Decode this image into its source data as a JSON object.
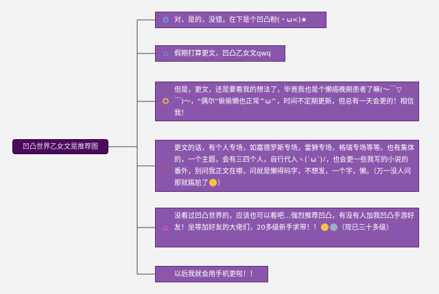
{
  "root": {
    "label": "凹凸世界乙女文是推荐图"
  },
  "branches": [
    {
      "icon": "gear-icon",
      "icon_glyph": "⚙",
      "icon_color": "#6aa8ff",
      "text": "对，是的，没错，在下是个凹凸粉(・ω<)★"
    },
    {
      "icon": "house-icon",
      "icon_glyph": "⌂",
      "icon_color": "#4aa3ff",
      "text": "假期打算更文，凹凸乙女文qwq"
    },
    {
      "icon": "medal-icon",
      "icon_glyph": "✪",
      "icon_color": "#f0b24a",
      "text": "但是，更文，还是要看我的想法了，毕竟我也是个懒癌晚期患者了嘛(〜￣▽￣)〜，“偶尔”偷偷懒也正常^ω^，时间不定期更新，但总有一天会更的！相信我！"
    },
    {
      "icon": "fire-icon",
      "icon_glyph": "♨",
      "icon_color": "#ff4a3a",
      "text": "更文的话，有个人专场，如嘉德罗斯专场，雷狮专场，格瑞专场等等。也有集体的，一个主题，会有三四个人，自行代入ヽ(ˋωˊ)ﾉ，也会更一些我写的小说的番外，别问我正文在哪，问就是懒得码字，不想发，一个字，懒。（万一没人问那就尴尬了",
      "emojis": [
        {
          "name": "grin-emoji-icon",
          "color": "#f5c542"
        }
      ],
      "tail": "）"
    },
    {
      "icon": "house-outline-icon",
      "icon_glyph": "⌂",
      "icon_color": "#ff5aa0",
      "text": "没看过凹凸世界的，应该也可以看吧…强烈推荐凹凸，有没有人加我凹凸手游好友！坐等加好友的大佬们，20多级新手求带！！",
      "emojis": [
        {
          "name": "wink-emoji-icon",
          "color": "#f5c542"
        },
        {
          "name": "sleepy-emoji-icon",
          "color": "#9ab0c4"
        }
      ],
      "tail": "（现已三十多级）"
    },
    {
      "icon": "fire-icon",
      "icon_glyph": "♨",
      "icon_color": "#ff4a3a",
      "text": "以后我就会用手机更啦！！"
    }
  ],
  "colors": {
    "background": "#f3f3f3",
    "node": "#8a56ab",
    "root": "#4b0a5c",
    "connector": "#4a4a4a"
  }
}
